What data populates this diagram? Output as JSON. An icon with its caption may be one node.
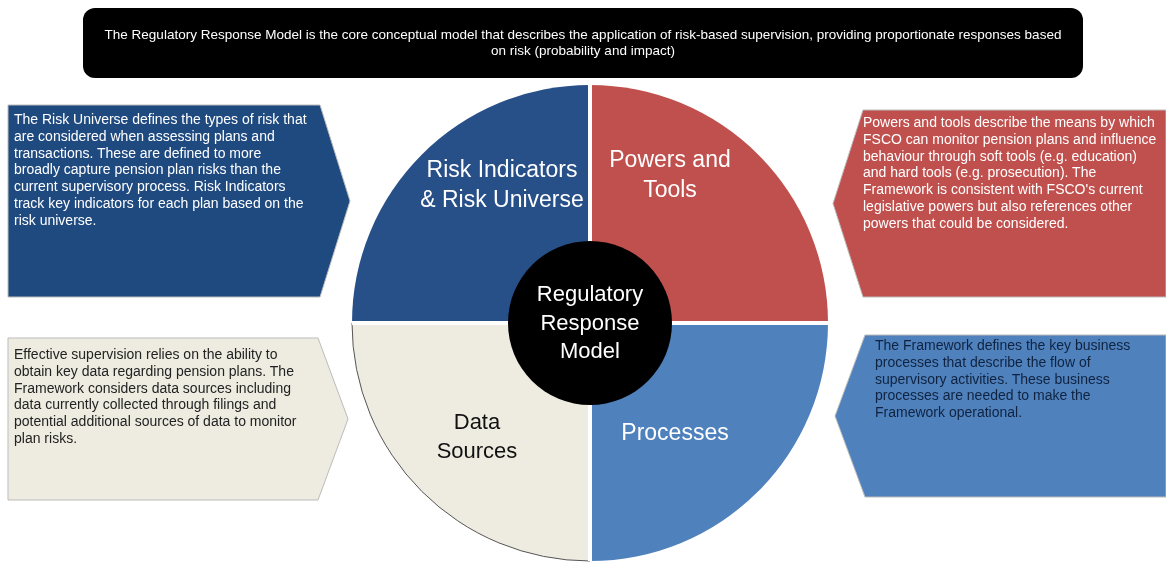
{
  "diagram": {
    "nodes": [
      {
        "text": [
          "The Regulatory Response Model is the core conceptual model that describes the application of risk-based supervision, providing proportionate responses based on risk (probability and impact)"
        ]
      },
      {
        "text": [
          "The Risk Universe defines the types of risk that are considered when assessing plans and transactions. These are defined to more broadly capture pension plan risks than the current supervisory process. Risk Indicators track key indicators for each plan based on the risk universe."
        ]
      },
      {
        "text": [
          "Risk Indicators & Risk Universe"
        ]
      },
      {
        "text": [
          "Powers and Tools"
        ]
      },
      {
        "text": [
          "Powers and tools describe the means by which FSCO can monitor pension plans and influence behaviour through soft tools (e.g. education) and hard tools (e.g. prosecution). The Framework is consistent with FSCO's current legislative powers but also references other powers that could be considered."
        ]
      },
      {
        "text": [
          "Regulatory Response Model"
        ]
      },
      {
        "text": [
          "Effective supervision relies on the ability to obtain key data regarding pension plans. The Framework considers data sources including data currently collected through filings and potential additional sources of data to monitor plan risks."
        ]
      },
      {
        "text": [
          "Data Sources"
        ]
      },
      {
        "text": [
          "Processes"
        ]
      },
      {
        "text": [
          "The Framework defines the key business processes that describe the flow of supervisory activities. These business processes are needed to make the Framework operational."
        ]
      }
    ]
  }
}
